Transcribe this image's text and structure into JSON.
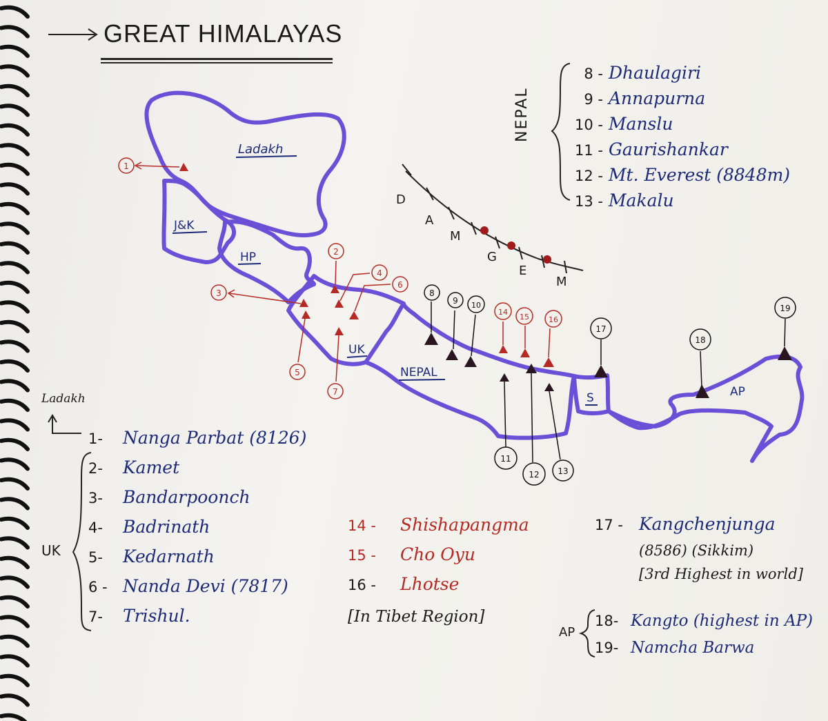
{
  "title": "GREAT HIMALAYAS",
  "regions": {
    "ladakh": "Ladakh",
    "jk": "J&K",
    "hp": "HP",
    "uk": "UK",
    "nepal": "NEPAL",
    "sikkim": "S",
    "ap": "AP"
  },
  "mnemonic": {
    "d": "D",
    "a": "A",
    "m1": "M",
    "g": "G",
    "e": "E",
    "m2": "M"
  },
  "map_markers": {
    "m1": "1",
    "m2": "2",
    "m3": "3",
    "m4": "4",
    "m5": "5",
    "m6": "6",
    "m7": "7",
    "m8": "8",
    "m9": "9",
    "m10": "10",
    "m11": "11",
    "m12": "12",
    "m13": "13",
    "m14": "14",
    "m15": "15",
    "m16": "16",
    "m17": "17",
    "m18": "18",
    "m19": "19"
  },
  "nepal_list": {
    "group_label": "NEPAL",
    "items": [
      {
        "num": "8 -",
        "name": "Dhaulagiri"
      },
      {
        "num": "9 -",
        "name": "Annapurna"
      },
      {
        "num": "10 -",
        "name": "Manslu"
      },
      {
        "num": "11 -",
        "name": "Gaurishankar"
      },
      {
        "num": "12 -",
        "name": "Mt. Everest (8848m)"
      },
      {
        "num": "13 -",
        "name": "Makalu"
      }
    ]
  },
  "west_list": {
    "ladakh_label": "Ladakh",
    "uk_label": "UK",
    "items": [
      {
        "num": "1-",
        "name": "Nanga Parbat (8126)"
      },
      {
        "num": "2-",
        "name": "Kamet"
      },
      {
        "num": "3-",
        "name": "Bandarpoonch"
      },
      {
        "num": "4-",
        "name": "Badrinath"
      },
      {
        "num": "5-",
        "name": "Kedarnath"
      },
      {
        "num": "6 -",
        "name": "Nanda Devi (7817)"
      },
      {
        "num": "7-",
        "name": "Trishul."
      }
    ]
  },
  "tibet_list": {
    "items": [
      {
        "num": "14 -",
        "name": "Shishapangma"
      },
      {
        "num": "15 -",
        "name": "Cho Oyu"
      },
      {
        "num": "16 -",
        "name": "Lhotse"
      }
    ],
    "note": "[In Tibet Region]"
  },
  "sikkim_entry": {
    "num": "17 -",
    "name": "Kangchenjunga",
    "detail": "(8586) (Sikkim)",
    "note": "[3rd Highest in world]"
  },
  "ap_list": {
    "label": "AP",
    "items": [
      {
        "num": "18-",
        "name": "Kangto (highest in AP)"
      },
      {
        "num": "19-",
        "name": "Namcha Barwa"
      }
    ]
  },
  "colors": {
    "outline": "#6b4fd6",
    "ink_blue": "#1d2a78",
    "ink_red": "#b52a24",
    "ink_black": "#1a1a1a"
  }
}
